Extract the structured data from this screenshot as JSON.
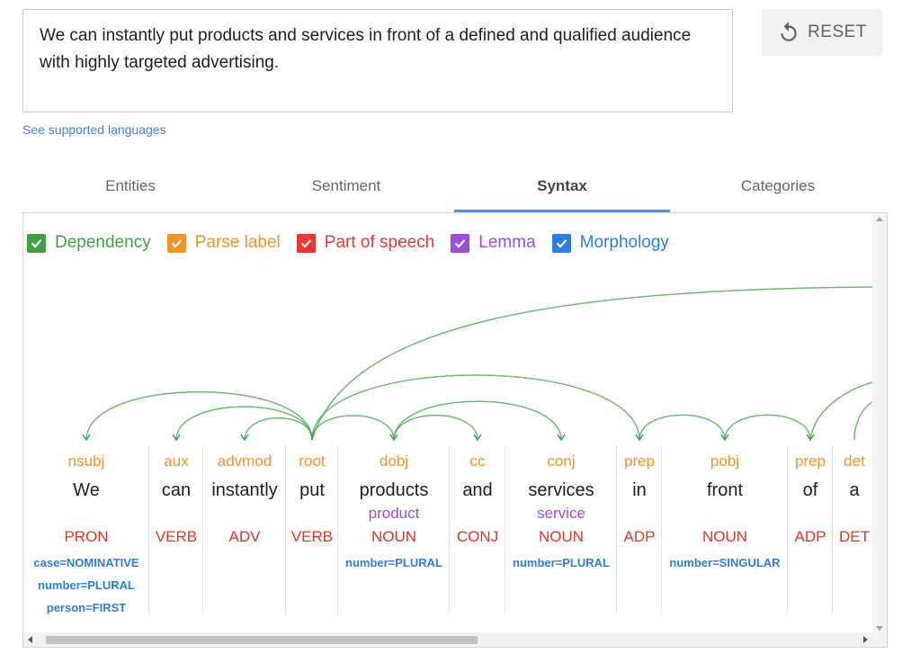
{
  "input": {
    "text": "We can instantly put products and services in front of a defined and qualified audience with highly targeted advertising."
  },
  "reset_label": "RESET",
  "languages_link": "See supported languages",
  "tabs": [
    {
      "label": "Entities",
      "active": false
    },
    {
      "label": "Sentiment",
      "active": false
    },
    {
      "label": "Syntax",
      "active": true
    },
    {
      "label": "Categories",
      "active": false
    }
  ],
  "legend": [
    {
      "label": "Dependency",
      "color": "#43a047",
      "checked": true
    },
    {
      "label": "Parse label",
      "color": "#f0932b",
      "checked": true
    },
    {
      "label": "Part of speech",
      "color": "#e53935",
      "checked": true
    },
    {
      "label": "Lemma",
      "color": "#9b4fd9",
      "checked": true
    },
    {
      "label": "Morphology",
      "color": "#2e7de0",
      "checked": true
    }
  ],
  "tokens": [
    {
      "label": "nsubj",
      "word": "We",
      "lemma": "",
      "pos": "PRON",
      "morph": [
        "case=NOMINATIVE",
        "number=PLURAL",
        "person=FIRST"
      ]
    },
    {
      "label": "aux",
      "word": "can",
      "lemma": "",
      "pos": "VERB",
      "morph": []
    },
    {
      "label": "advmod",
      "word": "instantly",
      "lemma": "",
      "pos": "ADV",
      "morph": []
    },
    {
      "label": "root",
      "word": "put",
      "lemma": "",
      "pos": "VERB",
      "morph": []
    },
    {
      "label": "dobj",
      "word": "products",
      "lemma": "product",
      "pos": "NOUN",
      "morph": [
        "number=PLURAL"
      ]
    },
    {
      "label": "cc",
      "word": "and",
      "lemma": "",
      "pos": "CONJ",
      "morph": []
    },
    {
      "label": "conj",
      "word": "services",
      "lemma": "service",
      "pos": "NOUN",
      "morph": [
        "number=PLURAL"
      ]
    },
    {
      "label": "prep",
      "word": "in",
      "lemma": "",
      "pos": "ADP",
      "morph": []
    },
    {
      "label": "pobj",
      "word": "front",
      "lemma": "",
      "pos": "NOUN",
      "morph": [
        "number=SINGULAR"
      ]
    },
    {
      "label": "prep",
      "word": "of",
      "lemma": "",
      "pos": "ADP",
      "morph": []
    },
    {
      "label": "det",
      "word": "a",
      "lemma": "",
      "pos": "DET",
      "morph": []
    }
  ],
  "dependencies": [
    {
      "head": 3,
      "dep": 0
    },
    {
      "head": 3,
      "dep": 1
    },
    {
      "head": 3,
      "dep": 2
    },
    {
      "head": 3,
      "dep": 4
    },
    {
      "head": 3,
      "dep": 7
    },
    {
      "head": 4,
      "dep": 5
    },
    {
      "head": 4,
      "dep": 6
    },
    {
      "head": 7,
      "dep": 8
    },
    {
      "head": 8,
      "dep": 9
    }
  ]
}
